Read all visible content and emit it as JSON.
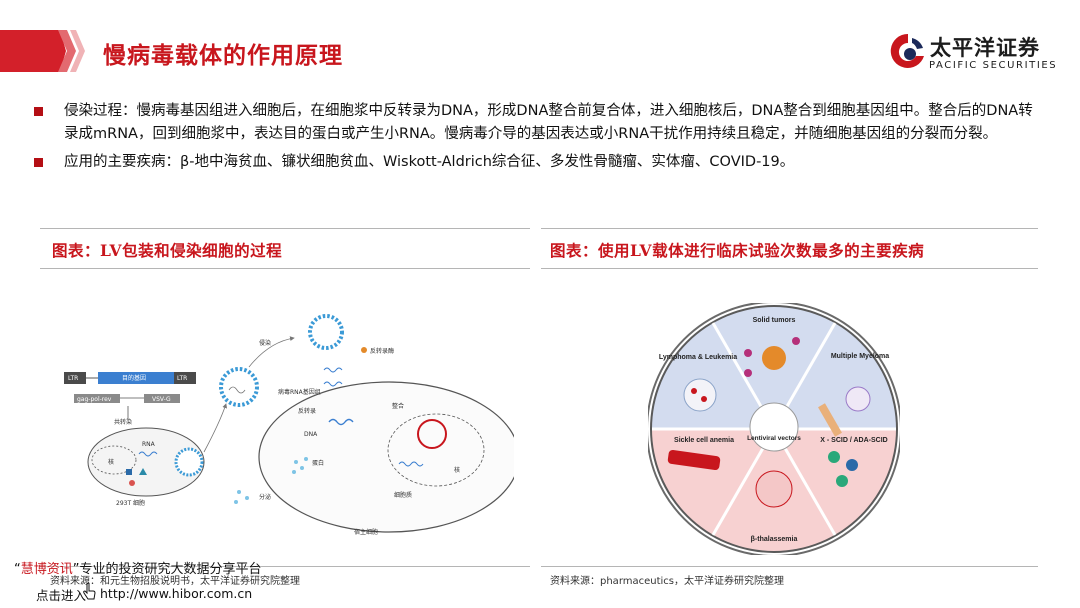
{
  "header": {
    "title": "慢病毒载体的作用原理",
    "accent_color": "#c8161d",
    "logo": {
      "name_cn": "太平洋证券",
      "name_en": "PACIFIC SECURITIES"
    }
  },
  "bullets": [
    "侵染过程：慢病毒基因组进入细胞后，在细胞浆中反转录为DNA，形成DNA整合前复合体，进入细胞核后，DNA整合到细胞基因组中。整合后的DNA转录成mRNA，回到细胞浆中，表达目的蛋白或产生小RNA。慢病毒介导的基因表达或小RNA干扰作用持续且稳定，并随细胞基因组的分裂而分裂。",
    "应用的主要疾病：β-地中海贫血、镰状细胞贫血、Wiskott-Aldrich综合征、多发性骨髓瘤、实体瘤、COVID-19。"
  ],
  "left_panel": {
    "title": "图表：LV包装和侵染细胞的过程",
    "source": "资料来源：和元生物招股说明书，太平洋证券研究院整理",
    "figure": {
      "ltr_left": "LTR",
      "target_gene": "目的基因",
      "ltr_right": "LTR",
      "gag_pol": "gag-pol-rev",
      "vsvg": "VSV-G",
      "cotransfect": "共转染",
      "rna": "RNA",
      "nucleus": "核",
      "producer_cell": "293T 细胞",
      "infect": "侵染",
      "reverse_transcriptase": "反转录酶",
      "viral_rna_genome": "病毒RNA基因组",
      "reverse_transcription": "反转录",
      "dna": "DNA",
      "integrate": "整合",
      "host_nucleus": "核",
      "protein": "蛋白",
      "secrete": "分泌",
      "cytoplasm": "细胞质",
      "host_cell": "宿主细胞"
    }
  },
  "right_panel": {
    "title": "图表：使用LV载体进行临床试验次数最多的主要疾病",
    "source": "资料来源：pharmaceutics，太平洋证券研究院整理",
    "wheel": {
      "center": "Lentiviral vectors",
      "segments": [
        "Solid tumors",
        "Multiple Myeloma",
        "X - SCID / ADA-SCID",
        "β-thalassemia",
        "Sickle cell anemia",
        "Lymphoma & Leukemia"
      ],
      "top_color": "#d3dcef",
      "bottom_color": "#f7d1d1"
    }
  },
  "watermark": {
    "line1_prefix": "“",
    "line1_brand": "慧博资讯",
    "line1_rest": "”专业的投资研究大数据分享平台",
    "line2_text": "点击进入",
    "line2_url": "http://www.hibor.com.cn"
  }
}
